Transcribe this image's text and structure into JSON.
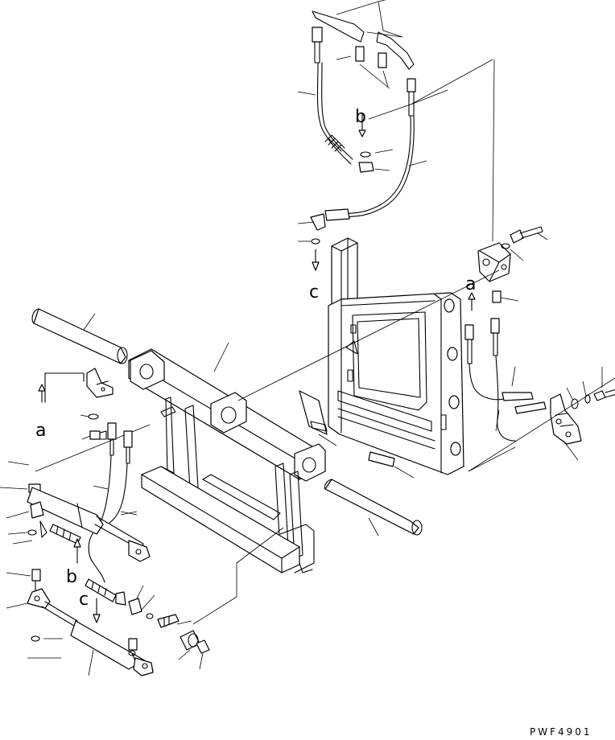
{
  "diagram": {
    "drawing_code": "PWF4901",
    "ref_labels": {
      "a_upper": "a",
      "a_left": "a",
      "b_upper": "b",
      "b_lower": "b",
      "c_upper": "c",
      "c_lower": "c"
    },
    "line_color": "#000000",
    "background": "#ffffff"
  }
}
